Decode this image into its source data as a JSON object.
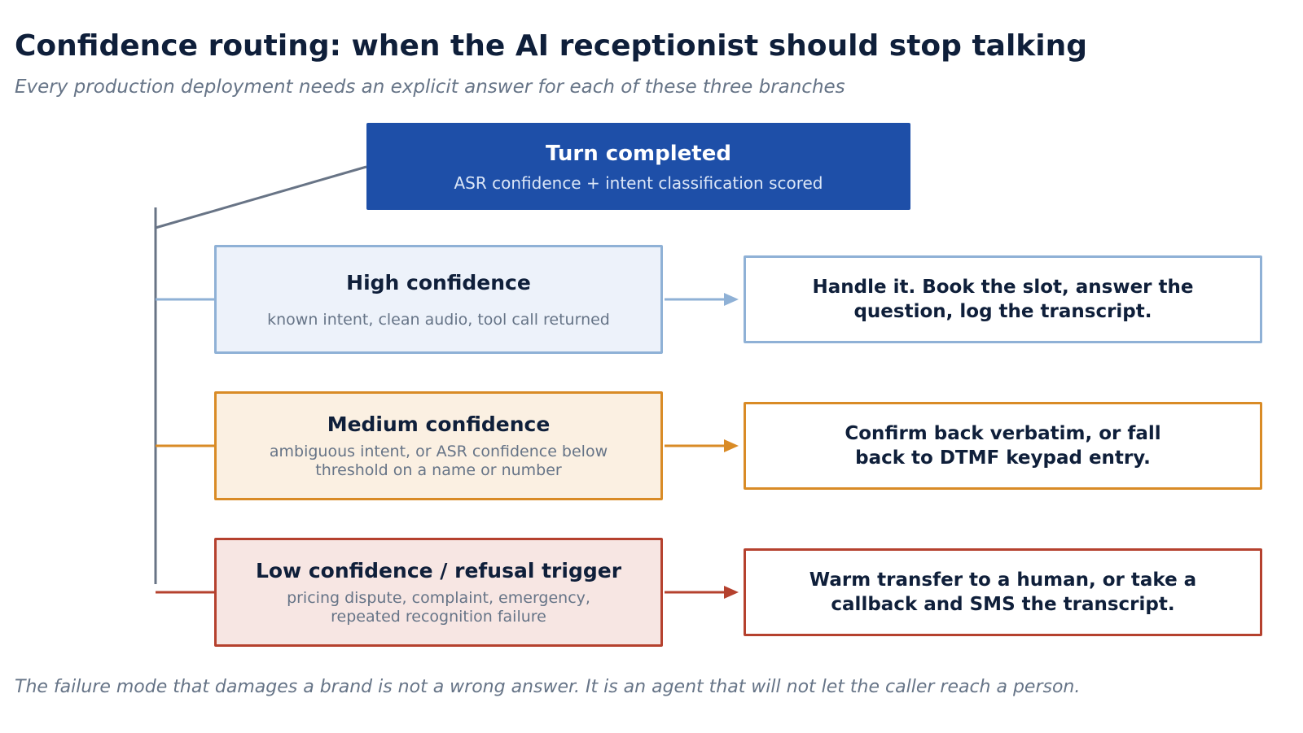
{
  "title": "Confidence routing: when the AI receptionist should stop talking",
  "subtitle": "Every production deployment needs an explicit answer for each of these three branches",
  "root": {
    "title": "Turn completed",
    "subtitle": "ASR confidence + intent classification scored"
  },
  "branches": [
    {
      "title": "High confidence",
      "subtitle": "known intent, clean audio, tool call returned",
      "action": "Handle it. Book the slot, answer the question, log the transcript.",
      "color": "#8fb1d6"
    },
    {
      "title": "Medium confidence",
      "subtitle": "ambiguous intent, or ASR confidence below threshold on a name or number",
      "action": "Confirm back verbatim, or fall back to DTMF keypad entry.",
      "color": "#d98b26"
    },
    {
      "title": "Low confidence / refusal trigger",
      "subtitle": "pricing dispute, complaint, emergency, repeated recognition failure",
      "action": "Warm transfer to a human, or take a callback and SMS the transcript.",
      "color": "#b5412e"
    }
  ],
  "footer": "The failure mode that damages a brand is not a wrong answer. It is an agent that will not let the caller reach a person.",
  "colors": {
    "root_fill": "#1e4fa8",
    "trunk": "#687486",
    "title_text": "#0f1f3a",
    "muted_text": "#667487"
  }
}
